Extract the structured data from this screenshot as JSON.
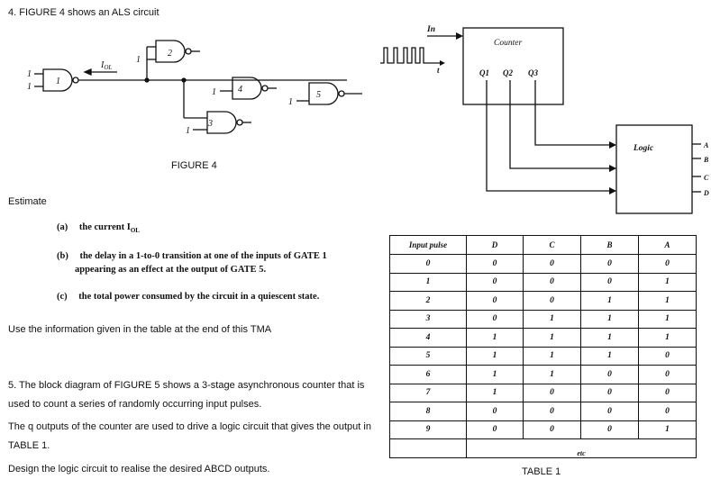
{
  "question4": {
    "heading": "4. FIGURE 4 shows an ALS circuit",
    "figure_caption": "FIGURE 4",
    "estimate": "Estimate",
    "part_a_label": "(a)",
    "part_a_text": "the current I",
    "part_a_sub": "OL",
    "part_b_label": "(b)",
    "part_b_line1": "the delay in a 1-to-0 transition at one of the inputs of GATE 1",
    "part_b_line2": "appearing as an effect at the output of GATE 5.",
    "part_c_label": "(c)",
    "part_c_text": "the total power consumed by the circuit in a quiescent state.",
    "use_info": "Use the information given in the table at the end of this TMA"
  },
  "question5": {
    "line1": "5. The block diagram of FIGURE 5 shows a 3-stage asynchronous counter that is",
    "line2": "used to count a series of randomly occurring input pulses.",
    "line3": "The q outputs of the counter are used to drive a logic circuit that gives the output in",
    "line4": "TABLE 1.",
    "line5": "Design the logic circuit to realise the desired ABCD outputs."
  },
  "circuit": {
    "gate_labels": [
      "1",
      "2",
      "3",
      "4",
      "5"
    ],
    "input_one": "1",
    "iol_label": "I",
    "iol_sub": "OL"
  },
  "block_diagram": {
    "in_label": "In",
    "t_label": "t",
    "counter_label": "Counter",
    "q_labels": [
      "Q1",
      "Q2",
      "Q3"
    ],
    "logic_label": "Logic",
    "outputs": [
      "A",
      "B",
      "C",
      "D"
    ]
  },
  "table1": {
    "caption": "TABLE 1",
    "headers": [
      "Input pulse",
      "D",
      "C",
      "B",
      "A"
    ],
    "rows": [
      [
        "0",
        "0",
        "0",
        "0",
        "0"
      ],
      [
        "1",
        "0",
        "0",
        "0",
        "1"
      ],
      [
        "2",
        "0",
        "0",
        "1",
        "1"
      ],
      [
        "3",
        "0",
        "1",
        "1",
        "1"
      ],
      [
        "4",
        "1",
        "1",
        "1",
        "1"
      ],
      [
        "5",
        "1",
        "1",
        "1",
        "0"
      ],
      [
        "6",
        "1",
        "1",
        "0",
        "0"
      ],
      [
        "7",
        "1",
        "0",
        "0",
        "0"
      ],
      [
        "8",
        "0",
        "0",
        "0",
        "0"
      ],
      [
        "9",
        "0",
        "0",
        "0",
        "1"
      ]
    ],
    "footer": "etc"
  }
}
